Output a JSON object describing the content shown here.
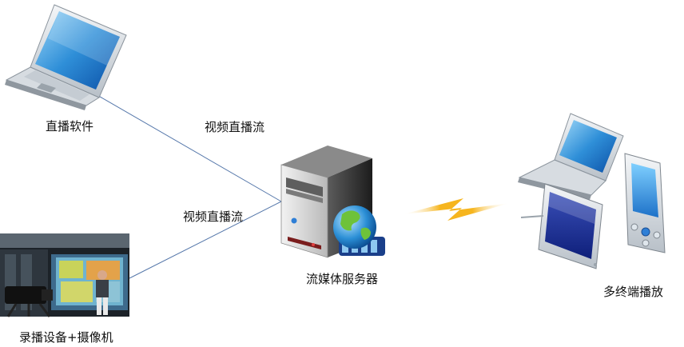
{
  "labels": {
    "live_software": "直播软件",
    "video_stream_top": "视频直播流",
    "video_stream_bottom": "视频直播流",
    "streaming_server": "流媒体服务器",
    "recording_camera": "录播设备+摄像机",
    "multi_terminal": "多终端播放"
  },
  "icons": {
    "laptop": "laptop-icon",
    "recording_studio": "recording-studio-photo",
    "server": "server-icon",
    "globe": "globe-icon",
    "wireless": "wireless-signal-icon",
    "devices": "multi-device-icon"
  }
}
